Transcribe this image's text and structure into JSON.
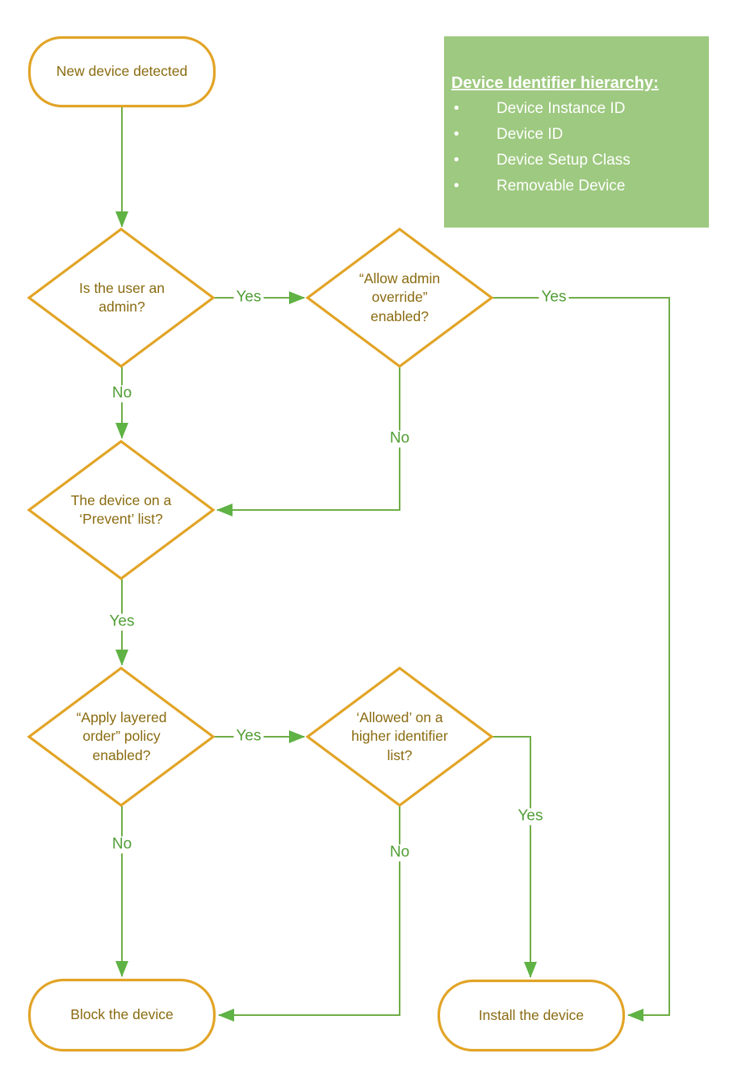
{
  "flowchart": {
    "nodes": {
      "start": {
        "label": "New device detected"
      },
      "admin": {
        "label": "Is the user an admin?"
      },
      "override": {
        "label": "“Allow admin override” enabled?"
      },
      "prevent": {
        "label": "The device on a ‘Prevent’ list?"
      },
      "layered": {
        "label": "“Apply layered order” policy enabled?"
      },
      "higher": {
        "label": "‘Allowed’ on a higher identifier list?"
      },
      "block": {
        "label": "Block the device"
      },
      "install": {
        "label": "Install the device"
      }
    },
    "edges": {
      "admin_to_override": {
        "label": "Yes"
      },
      "admin_to_prevent": {
        "label": "No"
      },
      "override_to_install": {
        "label": "Yes"
      },
      "override_to_prevent": {
        "label": "No"
      },
      "prevent_to_layered": {
        "label": "Yes"
      },
      "layered_to_higher": {
        "label": "Yes"
      },
      "layered_to_block": {
        "label": "No"
      },
      "higher_to_install": {
        "label": "Yes"
      },
      "higher_to_block": {
        "label": "No"
      }
    }
  },
  "legend": {
    "title": "Device Identifier hierarchy:",
    "bullet": "•",
    "items": [
      "Device Instance ID",
      "Device ID",
      "Device Setup Class",
      "Removable Device"
    ]
  },
  "colors": {
    "shape_border": "#E2A426",
    "shape_text": "#8A6B10",
    "connector_green": "#70AD47",
    "edge_label_green": "#519E35",
    "legend_background": "#9EC980",
    "legend_text": "#FFFFFF"
  }
}
